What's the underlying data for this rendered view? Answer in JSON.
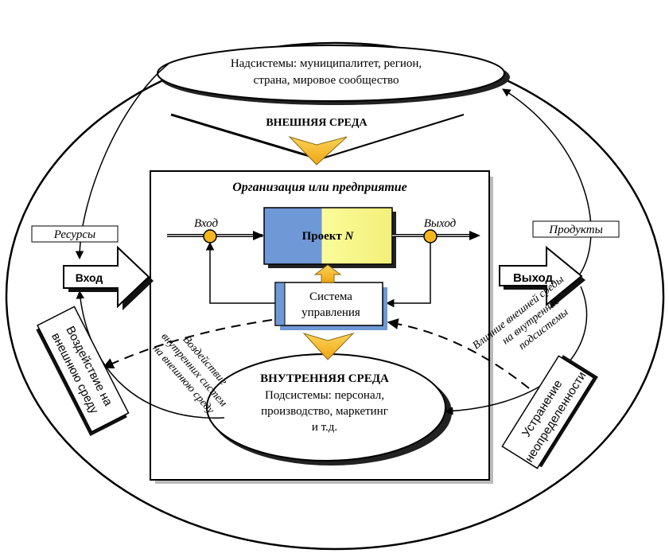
{
  "supersystems": {
    "line1": "Надсистемы: муниципалитет, регион,",
    "line2": "страна, мировое сообщество"
  },
  "external_env": "ВНЕШНЯЯ СРЕДА",
  "organization_title": "Организация или предприятие",
  "project_prefix": "Проект ",
  "project_var": "N",
  "input_label": "Вход",
  "output_label": "Выход",
  "control": {
    "line1": "Система",
    "line2": "управления"
  },
  "internal_env": {
    "title": "ВНУТРЕННЯЯ  СРЕДА",
    "line1": "Подсистемы: персонал,",
    "line2": "производство, маркетинг",
    "line3": "и т.д."
  },
  "resources_label": "Ресурсы",
  "products_label": "Продукты",
  "input_arrow_label": "Вход",
  "output_arrow_label": "Выход",
  "impact_label": {
    "line1": "Воздействие на",
    "line2": "внешнюю среду"
  },
  "uncertainty_label": {
    "line1": "Устранение",
    "line2": "неопределенности"
  },
  "internal_impact": {
    "line1": "Воздействие",
    "line2": "внутренних систем",
    "line3": "на внешнюю среду"
  },
  "external_influence": {
    "line1": "Влияние внешней среды",
    "line2": "на внутренние",
    "line3": "подсистемы"
  },
  "colors": {
    "blue": "#6f98d6",
    "yellow": "#f6f58a",
    "orange": "#f5b51c",
    "node": "#f5b51c"
  }
}
